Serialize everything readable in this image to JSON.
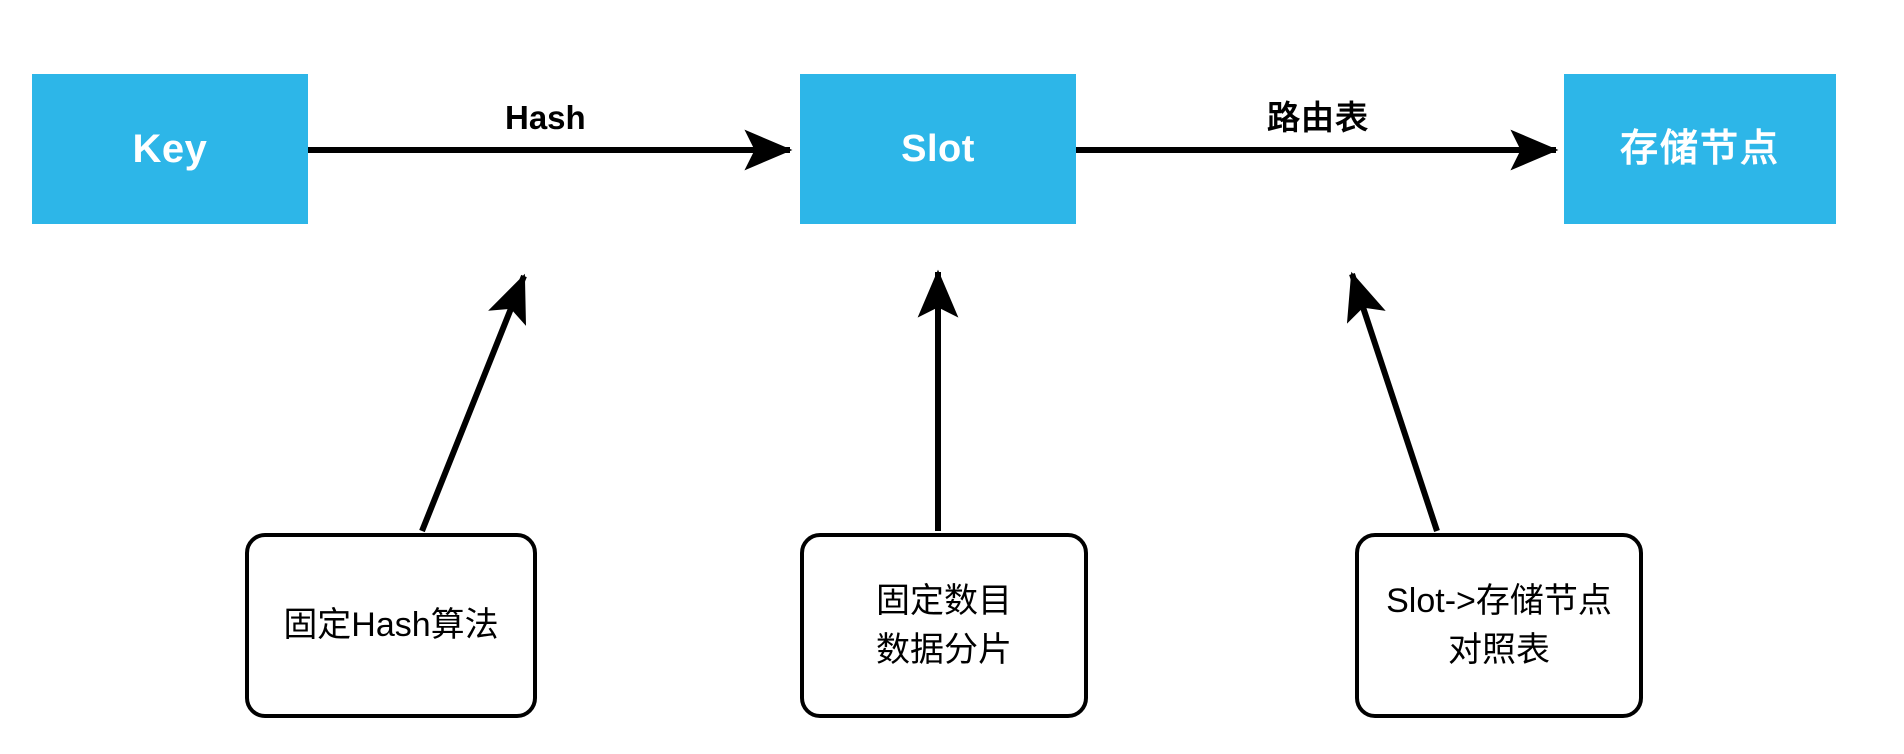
{
  "diagram": {
    "title": "Key Hash Slot Routing Diagram",
    "background_color": "#FFFFFF",
    "node_fill_color": "#2DB6E8",
    "node_text_color": "#FFFFFF",
    "line_color": "#000000",
    "callout_border_color": "#000000",
    "callout_fill_color": "#FFFFFF"
  },
  "nodes": [
    {
      "id": "key",
      "label": "Key"
    },
    {
      "id": "slot",
      "label": "Slot"
    },
    {
      "id": "storage",
      "label": "存储节点"
    }
  ],
  "edges": [
    {
      "id": "key-to-slot",
      "label": "Hash",
      "from": "key",
      "to": "slot"
    },
    {
      "id": "slot-to-storage",
      "label": "路由表",
      "from": "slot",
      "to": "storage"
    }
  ],
  "callouts": [
    {
      "id": "callout-hash",
      "target": "key-to-slot",
      "lines": [
        "固定Hash算法"
      ]
    },
    {
      "id": "callout-slot",
      "target": "slot",
      "lines": [
        "固定数目",
        "数据分片"
      ]
    },
    {
      "id": "callout-routing",
      "target": "slot-to-storage",
      "lines": [
        "Slot->存储节点",
        "对照表"
      ]
    }
  ]
}
